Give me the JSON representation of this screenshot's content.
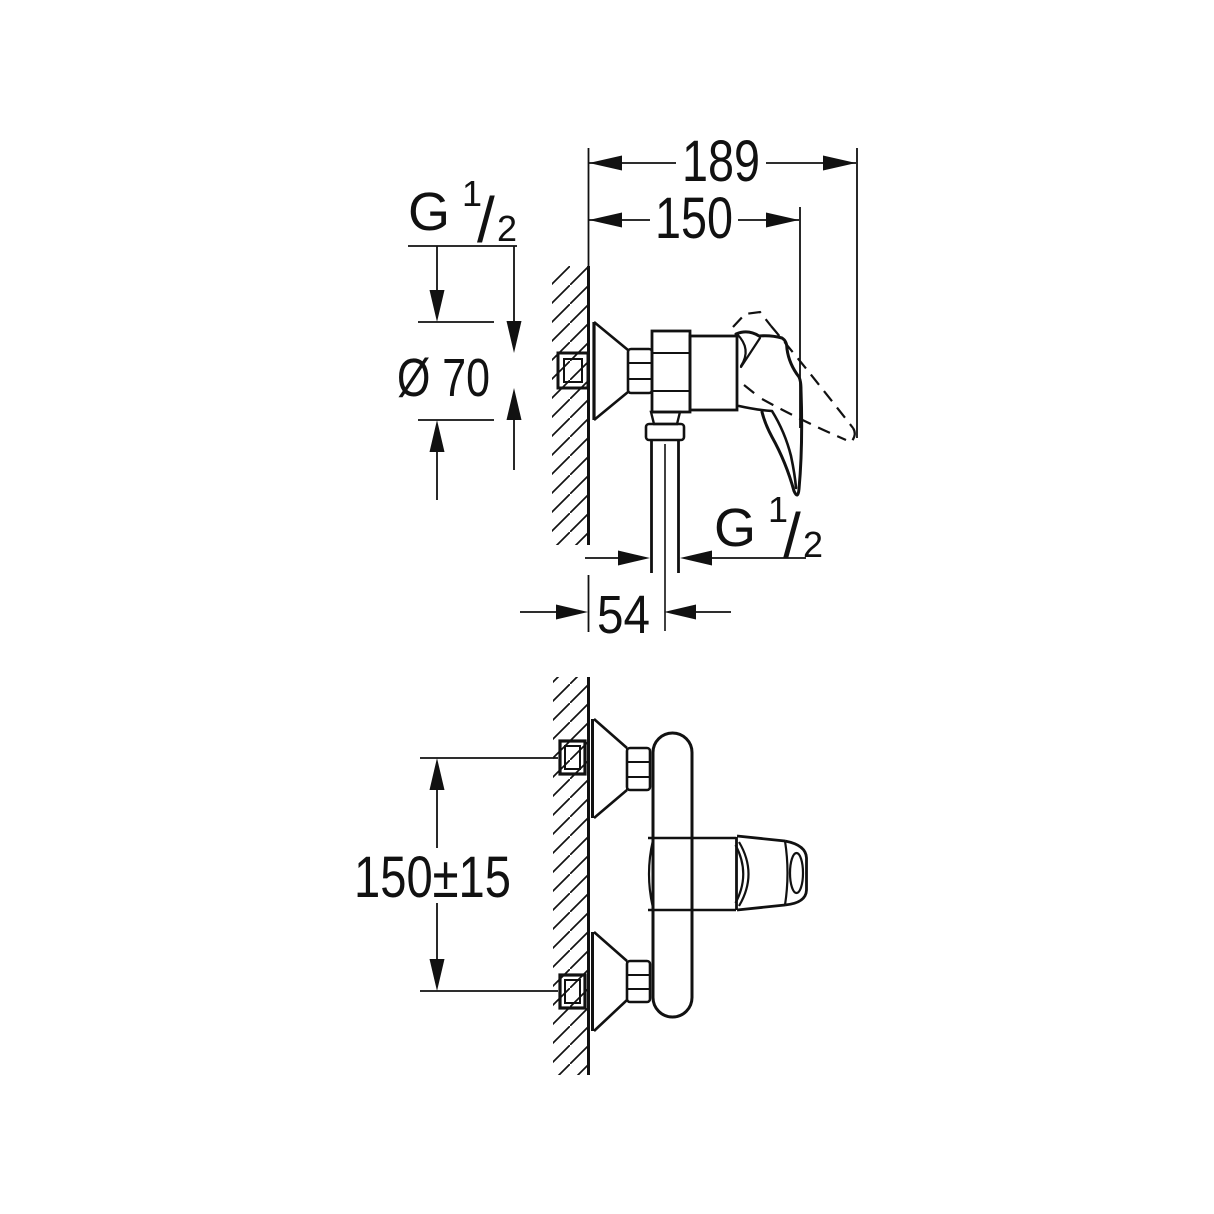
{
  "background": "#ffffff",
  "ink": "#111111",
  "views": {
    "side": {
      "dim_total_depth": "189",
      "dim_body_depth": "150",
      "inlet_thread": {
        "base": "G",
        "numerator": "1",
        "slash": "/",
        "denominator": "2"
      },
      "dim_escutcheon_diameter": "Ø 70",
      "outlet_thread": {
        "base": "G",
        "numerator": "1",
        "slash": "/",
        "denominator": "2"
      },
      "dim_outlet_axis_from_wall": "54"
    },
    "front": {
      "dim_connection_spacing": "150±15"
    }
  }
}
